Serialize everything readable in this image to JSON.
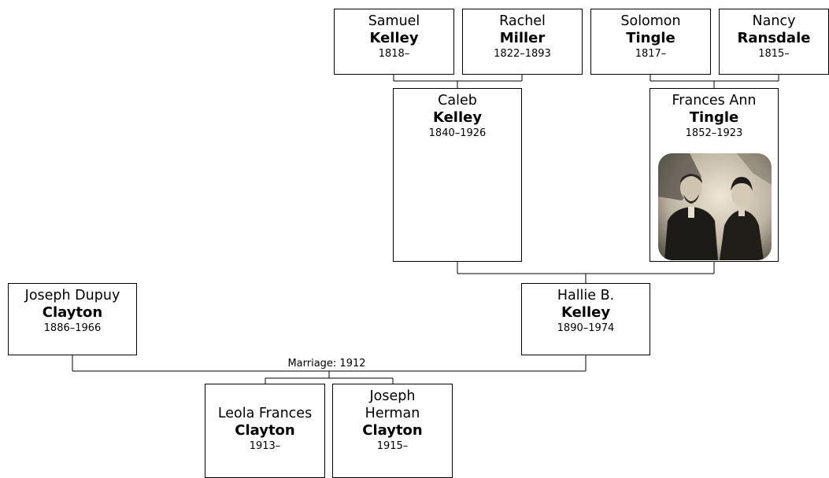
{
  "people": {
    "samuel": {
      "given": "Samuel",
      "surname": "Kelley",
      "years": "1818–"
    },
    "rachel": {
      "given": "Rachel",
      "surname": "Miller",
      "years": "1822–1893"
    },
    "solomon": {
      "given": "Solomon",
      "surname": "Tingle",
      "years": "1817–"
    },
    "nancy": {
      "given": "Nancy",
      "surname": "Ransdale",
      "years": "1815–"
    },
    "caleb": {
      "given": "Caleb",
      "surname": "Kelley",
      "years": "1840–1926"
    },
    "frances": {
      "given": "Frances Ann",
      "surname": "Tingle",
      "years": "1852–1923"
    },
    "joseph_d": {
      "given": "Joseph Dupuy",
      "surname": "Clayton",
      "years": "1886–1966"
    },
    "hallie": {
      "given": "Hallie B.",
      "surname": "Kelley",
      "years": "1890–1974"
    },
    "leola": {
      "given": "Leola Frances",
      "surname": "Clayton",
      "years": "1913–"
    },
    "joseph_h": {
      "given": "Joseph Herman",
      "surname": "Clayton",
      "years": "1915–"
    }
  },
  "marriage_label": "Marriage: 1912",
  "colors": {
    "line": "#000000",
    "box_border": "#000000",
    "background": "#ffffff"
  }
}
